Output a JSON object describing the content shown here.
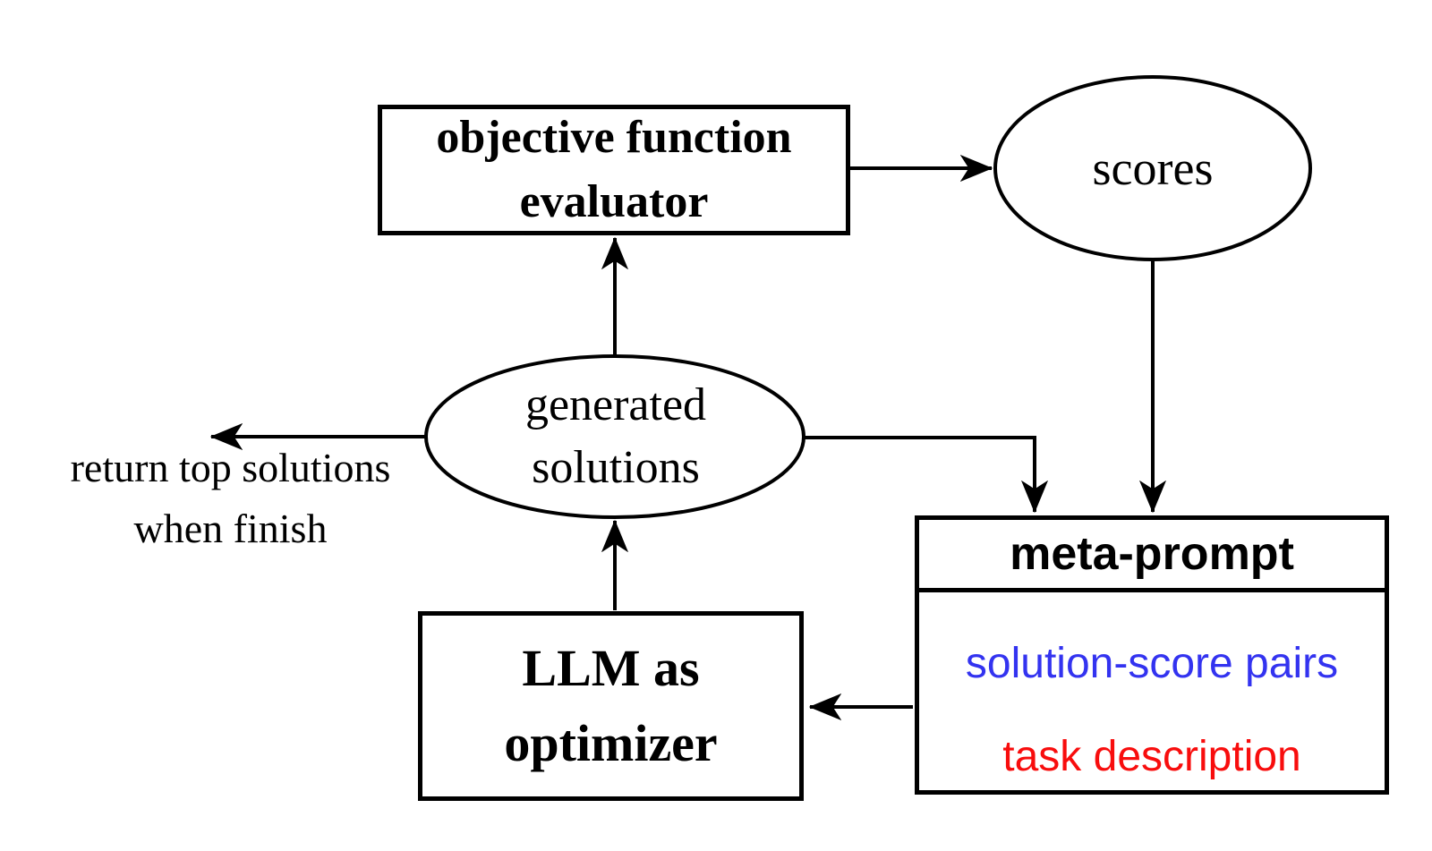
{
  "nodes": {
    "objective_evaluator": {
      "line1": "objective function",
      "line2": "evaluator"
    },
    "scores": {
      "label": "scores"
    },
    "generated_solutions": {
      "line1": "generated",
      "line2": "solutions"
    },
    "llm_optimizer": {
      "line1": "LLM as",
      "line2": "optimizer"
    },
    "meta_prompt": {
      "title": "meta-prompt",
      "solution_score_pairs": "solution-score pairs",
      "task_description": "task description"
    }
  },
  "annotations": {
    "return_line1": "return top solutions",
    "return_line2": "when finish"
  },
  "colors": {
    "outline": "#000000",
    "solution_score_pairs": "#3333f0",
    "task_description": "#f80d0d"
  }
}
